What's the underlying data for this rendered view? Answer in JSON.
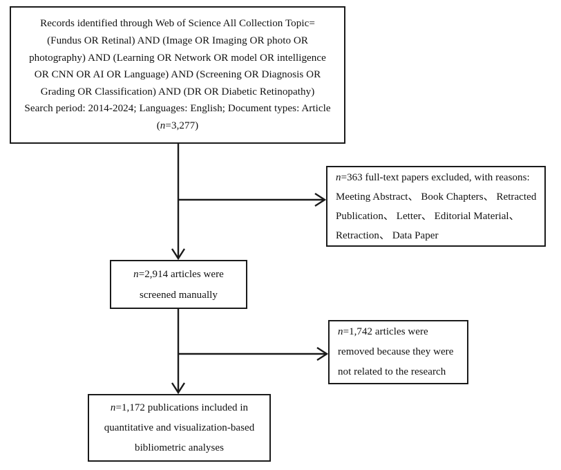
{
  "diagram": {
    "title": "PRISMA-style literature screening flow diagram",
    "background_color": "#ffffff",
    "line_color": "#1a1a1a",
    "text_color": "#111111"
  },
  "nodes": {
    "search_records": {
      "name": "records-identified-box",
      "lines": [
        "Records identified through Web of Science All Collection Topic=",
        "(Fundus OR Retinal) AND (Image OR Imaging OR photo OR",
        "photography) AND (Learning OR Network OR model OR intelligence",
        "OR CNN OR AI OR Language) AND (Screening OR Diagnosis OR",
        "Grading OR Classification) AND (DR OR Diabetic Retinopathy)",
        "Search period: 2014-2024; Languages: English; Document types: Article",
        "(n=3,277)"
      ],
      "count_label": "n=3,277",
      "count_value": 3277
    },
    "excluded_fulltext": {
      "name": "full-text-excluded-box",
      "lines": [
        "n=363 full-text papers excluded, with reasons:",
        "Meeting Abstract、 Book Chapters、 Retracted",
        "Publication、 Letter、 Editorial Material、",
        "Retraction、 Data Paper"
      ],
      "count_label": "n=363",
      "count_value": 363,
      "reasons": [
        "Meeting Abstract",
        "Book Chapters",
        "Retracted Publication",
        "Letter",
        "Editorial Material",
        "Retraction",
        "Data Paper"
      ]
    },
    "screened_manually": {
      "name": "screened-manually-box",
      "lines": [
        "n=2,914 articles were",
        "screened manually"
      ],
      "count_label": "n=2,914",
      "count_value": 2914
    },
    "removed_unrelated": {
      "name": "removed-unrelated-box",
      "lines": [
        "n=1,742 articles were",
        "removed because they were",
        "not related to the research"
      ],
      "count_label": "n=1,742",
      "count_value": 1742
    },
    "included_final": {
      "name": "included-publications-box",
      "lines": [
        "n=1,172 publications included in",
        "quantitative and visualization-based",
        "bibliometric analyses"
      ],
      "count_label": "n=1,172",
      "count_value": 1172
    }
  },
  "connectors": [
    {
      "name": "records-to-screened",
      "type": "vertical-arrow",
      "from": "search_records",
      "to": "screened_manually"
    },
    {
      "name": "records-to-excluded",
      "type": "horizontal-arrow",
      "from": "search_records",
      "to": "excluded_fulltext"
    },
    {
      "name": "screened-to-included",
      "type": "vertical-arrow",
      "from": "screened_manually",
      "to": "included_final"
    },
    {
      "name": "screened-to-removed",
      "type": "horizontal-arrow",
      "from": "screened_manually",
      "to": "removed_unrelated"
    }
  ]
}
